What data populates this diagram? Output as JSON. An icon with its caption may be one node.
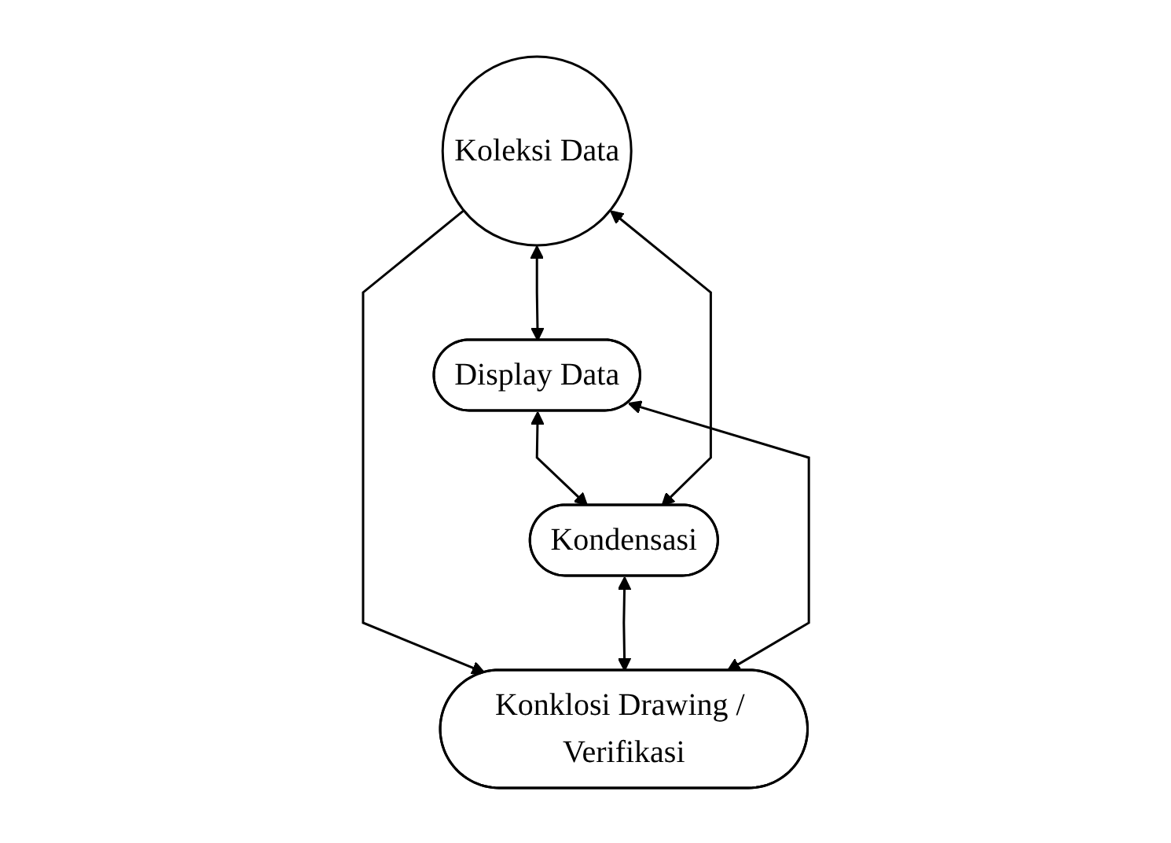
{
  "diagram": {
    "nodes": [
      {
        "text": [
          "Koleksi Data"
        ]
      },
      {
        "text": [
          "Display Data"
        ]
      },
      {
        "text": [
          "Kondensasi"
        ]
      },
      {
        "text": [
          "Konklosi Drawing / Verifikasi"
        ]
      }
    ],
    "edges": [
      {
        "from": 0,
        "to": 1,
        "arrow": "both"
      },
      {
        "from": 1,
        "to": 2,
        "arrow": "both"
      },
      {
        "from": 0,
        "to": 2,
        "arrow": "both"
      },
      {
        "from": 0,
        "to": 3,
        "arrow": "to"
      },
      {
        "from": 2,
        "to": 3,
        "arrow": "both"
      },
      {
        "from": 1,
        "to": 3,
        "arrow": "both"
      }
    ]
  }
}
